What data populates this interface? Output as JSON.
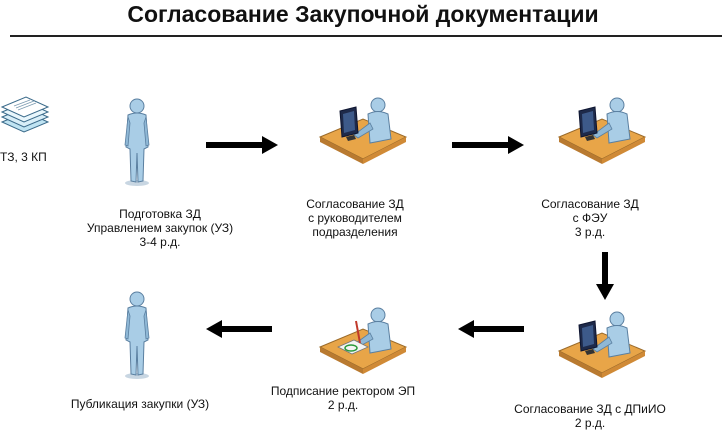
{
  "title": "Согласование Закупочной документации",
  "docs": {
    "label": "ТЗ, 3 КП",
    "icon": "documents-stack-icon"
  },
  "steps": [
    {
      "icon": "standing-person-icon",
      "lines": [
        "Подготовка ЗД",
        "Управлением закупок (УЗ)",
        "3-4 р.д."
      ]
    },
    {
      "icon": "person-at-computer-icon",
      "lines": [
        "Согласование ЗД",
        "с руководителем",
        "подразделения"
      ]
    },
    {
      "icon": "person-at-computer-icon",
      "lines": [
        "Согласование ЗД",
        "с ФЭУ",
        "3 р.д."
      ]
    },
    {
      "icon": "person-at-computer-icon",
      "lines": [
        "Согласование ЗД с ДПиИО",
        "2 р.д."
      ]
    },
    {
      "icon": "person-signing-icon",
      "lines": [
        "Подписание ректором ЭП",
        "2 р.д."
      ]
    },
    {
      "icon": "standing-person-icon",
      "lines": [
        "Публикация закупки (УЗ)"
      ]
    }
  ],
  "colors": {
    "person": "#a9cde6",
    "person_outline": "#5a7fa0",
    "desk": "#e8a548",
    "monitor": "#1e2a4a",
    "arrow": "#000000"
  }
}
